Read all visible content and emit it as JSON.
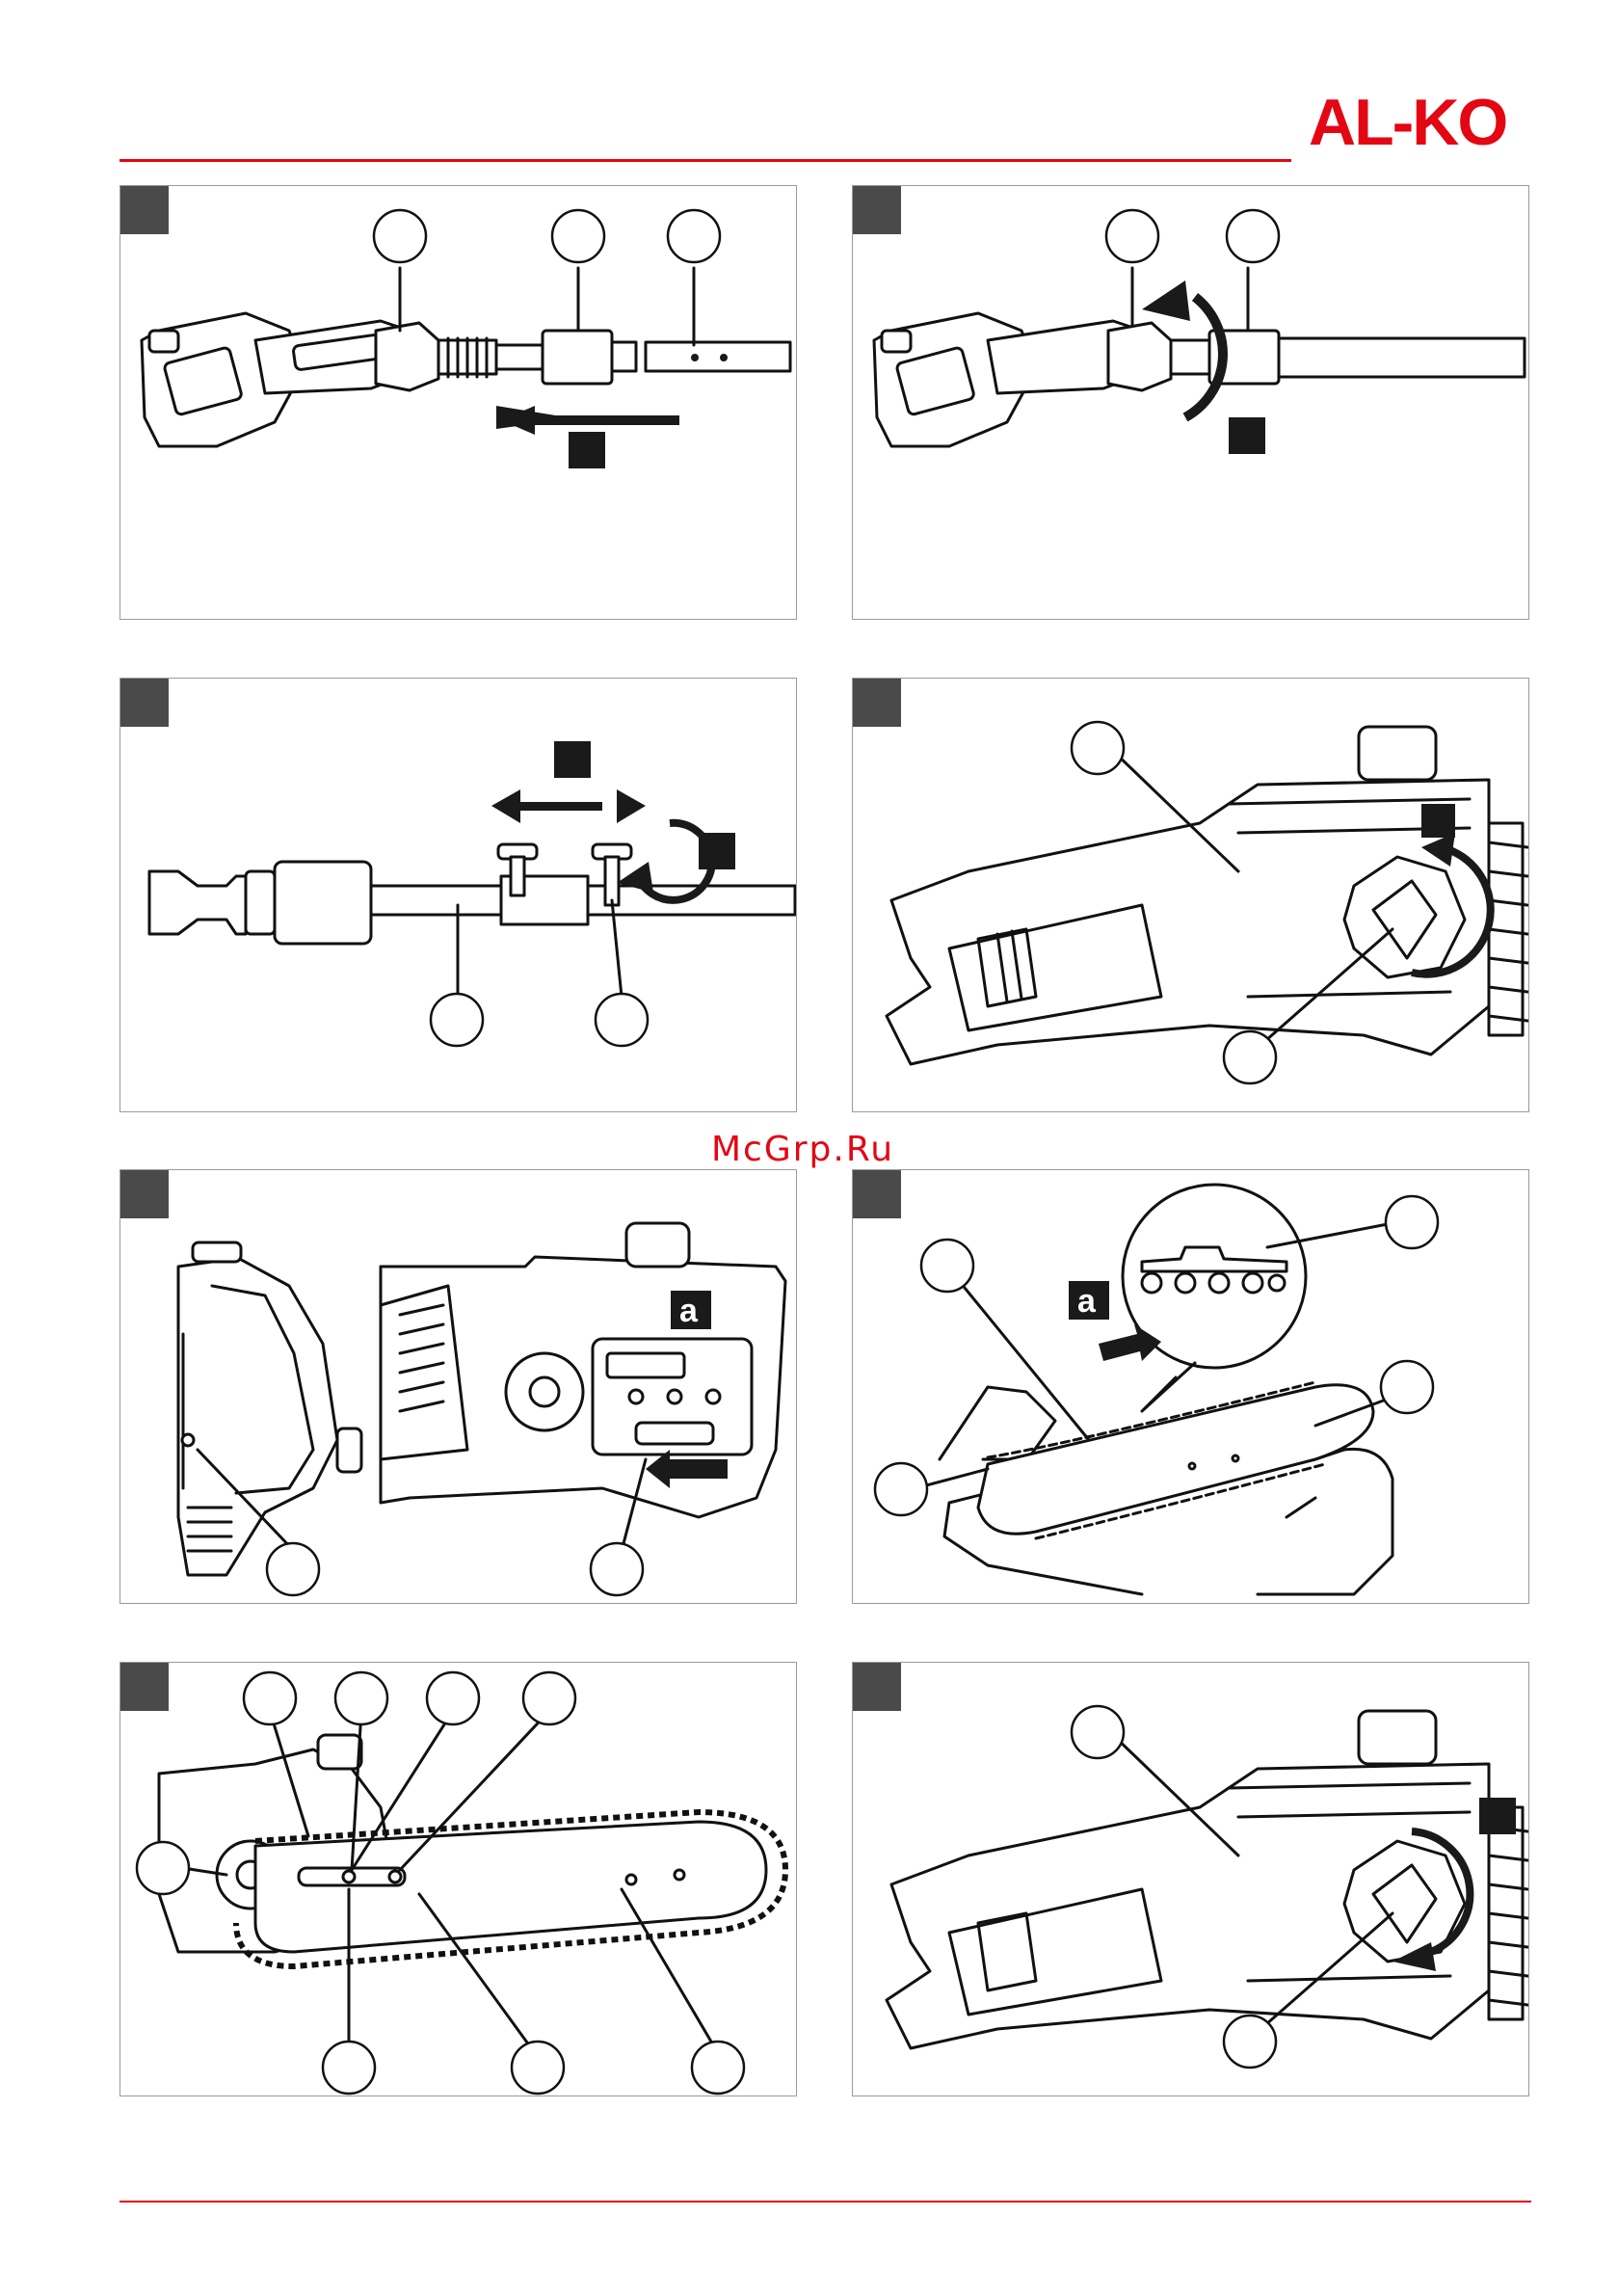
{
  "brand": {
    "logo_text": "AL-KO",
    "color": "#e30613"
  },
  "watermark": "McGrp.Ru",
  "panels": [
    {
      "label": ""
    },
    {
      "label": ""
    },
    {
      "label": ""
    },
    {
      "label": ""
    },
    {
      "label": "a"
    },
    {
      "label": "a"
    },
    {
      "label": ""
    },
    {
      "label": ""
    }
  ],
  "colors": {
    "accent": "#e30613",
    "frame": "#9a9a9a",
    "badge": "#4a4a4a"
  }
}
